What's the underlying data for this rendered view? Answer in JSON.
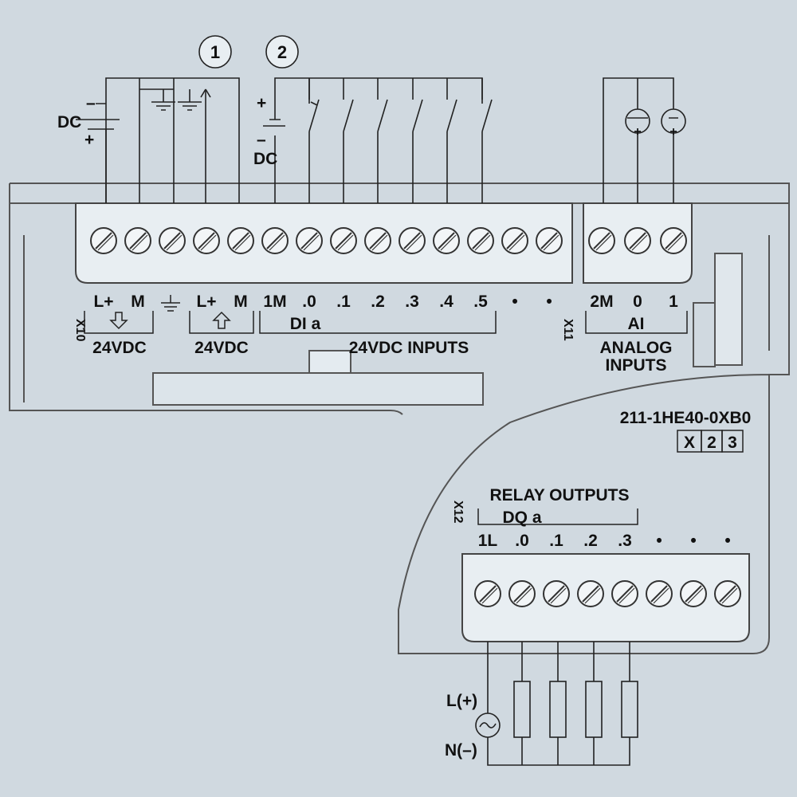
{
  "callouts": [
    "1",
    "2"
  ],
  "power_supply": {
    "label": "DC",
    "minus": "–",
    "plus": "+"
  },
  "input_supply": {
    "label": "DC",
    "minus": "–",
    "plus": "+"
  },
  "top_block": {
    "connector_id": "X10",
    "terminals": [
      "L+",
      "M",
      "",
      "L+",
      "M",
      "1M",
      ".0",
      ".1",
      ".2",
      ".3",
      ".4",
      ".5",
      "•",
      "•"
    ],
    "group1_label": "24VDC",
    "group2_label": "24VDC",
    "group3_sublabel": "DI a",
    "group3_label": "24VDC INPUTS"
  },
  "analog_block": {
    "connector_id": "X11",
    "terminals": [
      "2M",
      "0",
      "1"
    ],
    "sublabel": "AI",
    "label_line1": "ANALOG",
    "label_line2": "INPUTS"
  },
  "part_number": "211-1HE40-0XB0",
  "version_boxes": [
    "X",
    "2",
    "3"
  ],
  "relay_block": {
    "title": "RELAY OUTPUTS",
    "connector_id": "X12",
    "sublabel": "DQ a",
    "terminals": [
      "1L",
      ".0",
      ".1",
      ".2",
      ".3",
      "•",
      "•",
      "•"
    ]
  },
  "ac_supply": {
    "line": "L(+)",
    "neutral": "N(–)"
  },
  "colors": {
    "background": "#d0d9e0",
    "terminal_block": "#e8eef2",
    "line": "#222222"
  }
}
